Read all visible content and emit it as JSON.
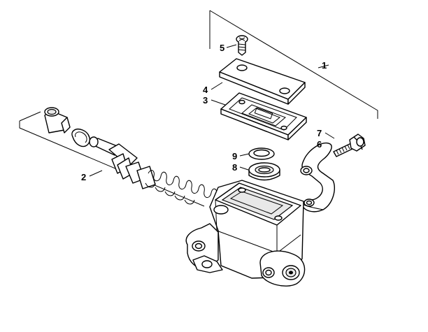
{
  "diagram": {
    "callouts": [
      {
        "id": "c1",
        "text": "1"
      },
      {
        "id": "c2",
        "text": "2"
      },
      {
        "id": "c3",
        "text": "3"
      },
      {
        "id": "c4",
        "text": "4"
      },
      {
        "id": "c5",
        "text": "5"
      },
      {
        "id": "c6",
        "text": "6"
      },
      {
        "id": "c7",
        "text": "7"
      },
      {
        "id": "c8",
        "text": "8"
      },
      {
        "id": "c9",
        "text": "9"
      }
    ],
    "parts": [
      {
        "callout": "1",
        "icon": "master-cylinder-assembly"
      },
      {
        "callout": "2",
        "icon": "piston-kit"
      },
      {
        "callout": "3",
        "icon": "diaphragm-gasket"
      },
      {
        "callout": "4",
        "icon": "reservoir-cover"
      },
      {
        "callout": "5",
        "icon": "cover-screw"
      },
      {
        "callout": "6",
        "icon": "clamp-bracket"
      },
      {
        "callout": "7",
        "icon": "clamp-bolt"
      },
      {
        "callout": "8",
        "icon": "boot-seal"
      },
      {
        "callout": "9",
        "icon": "washer-ring"
      }
    ]
  }
}
